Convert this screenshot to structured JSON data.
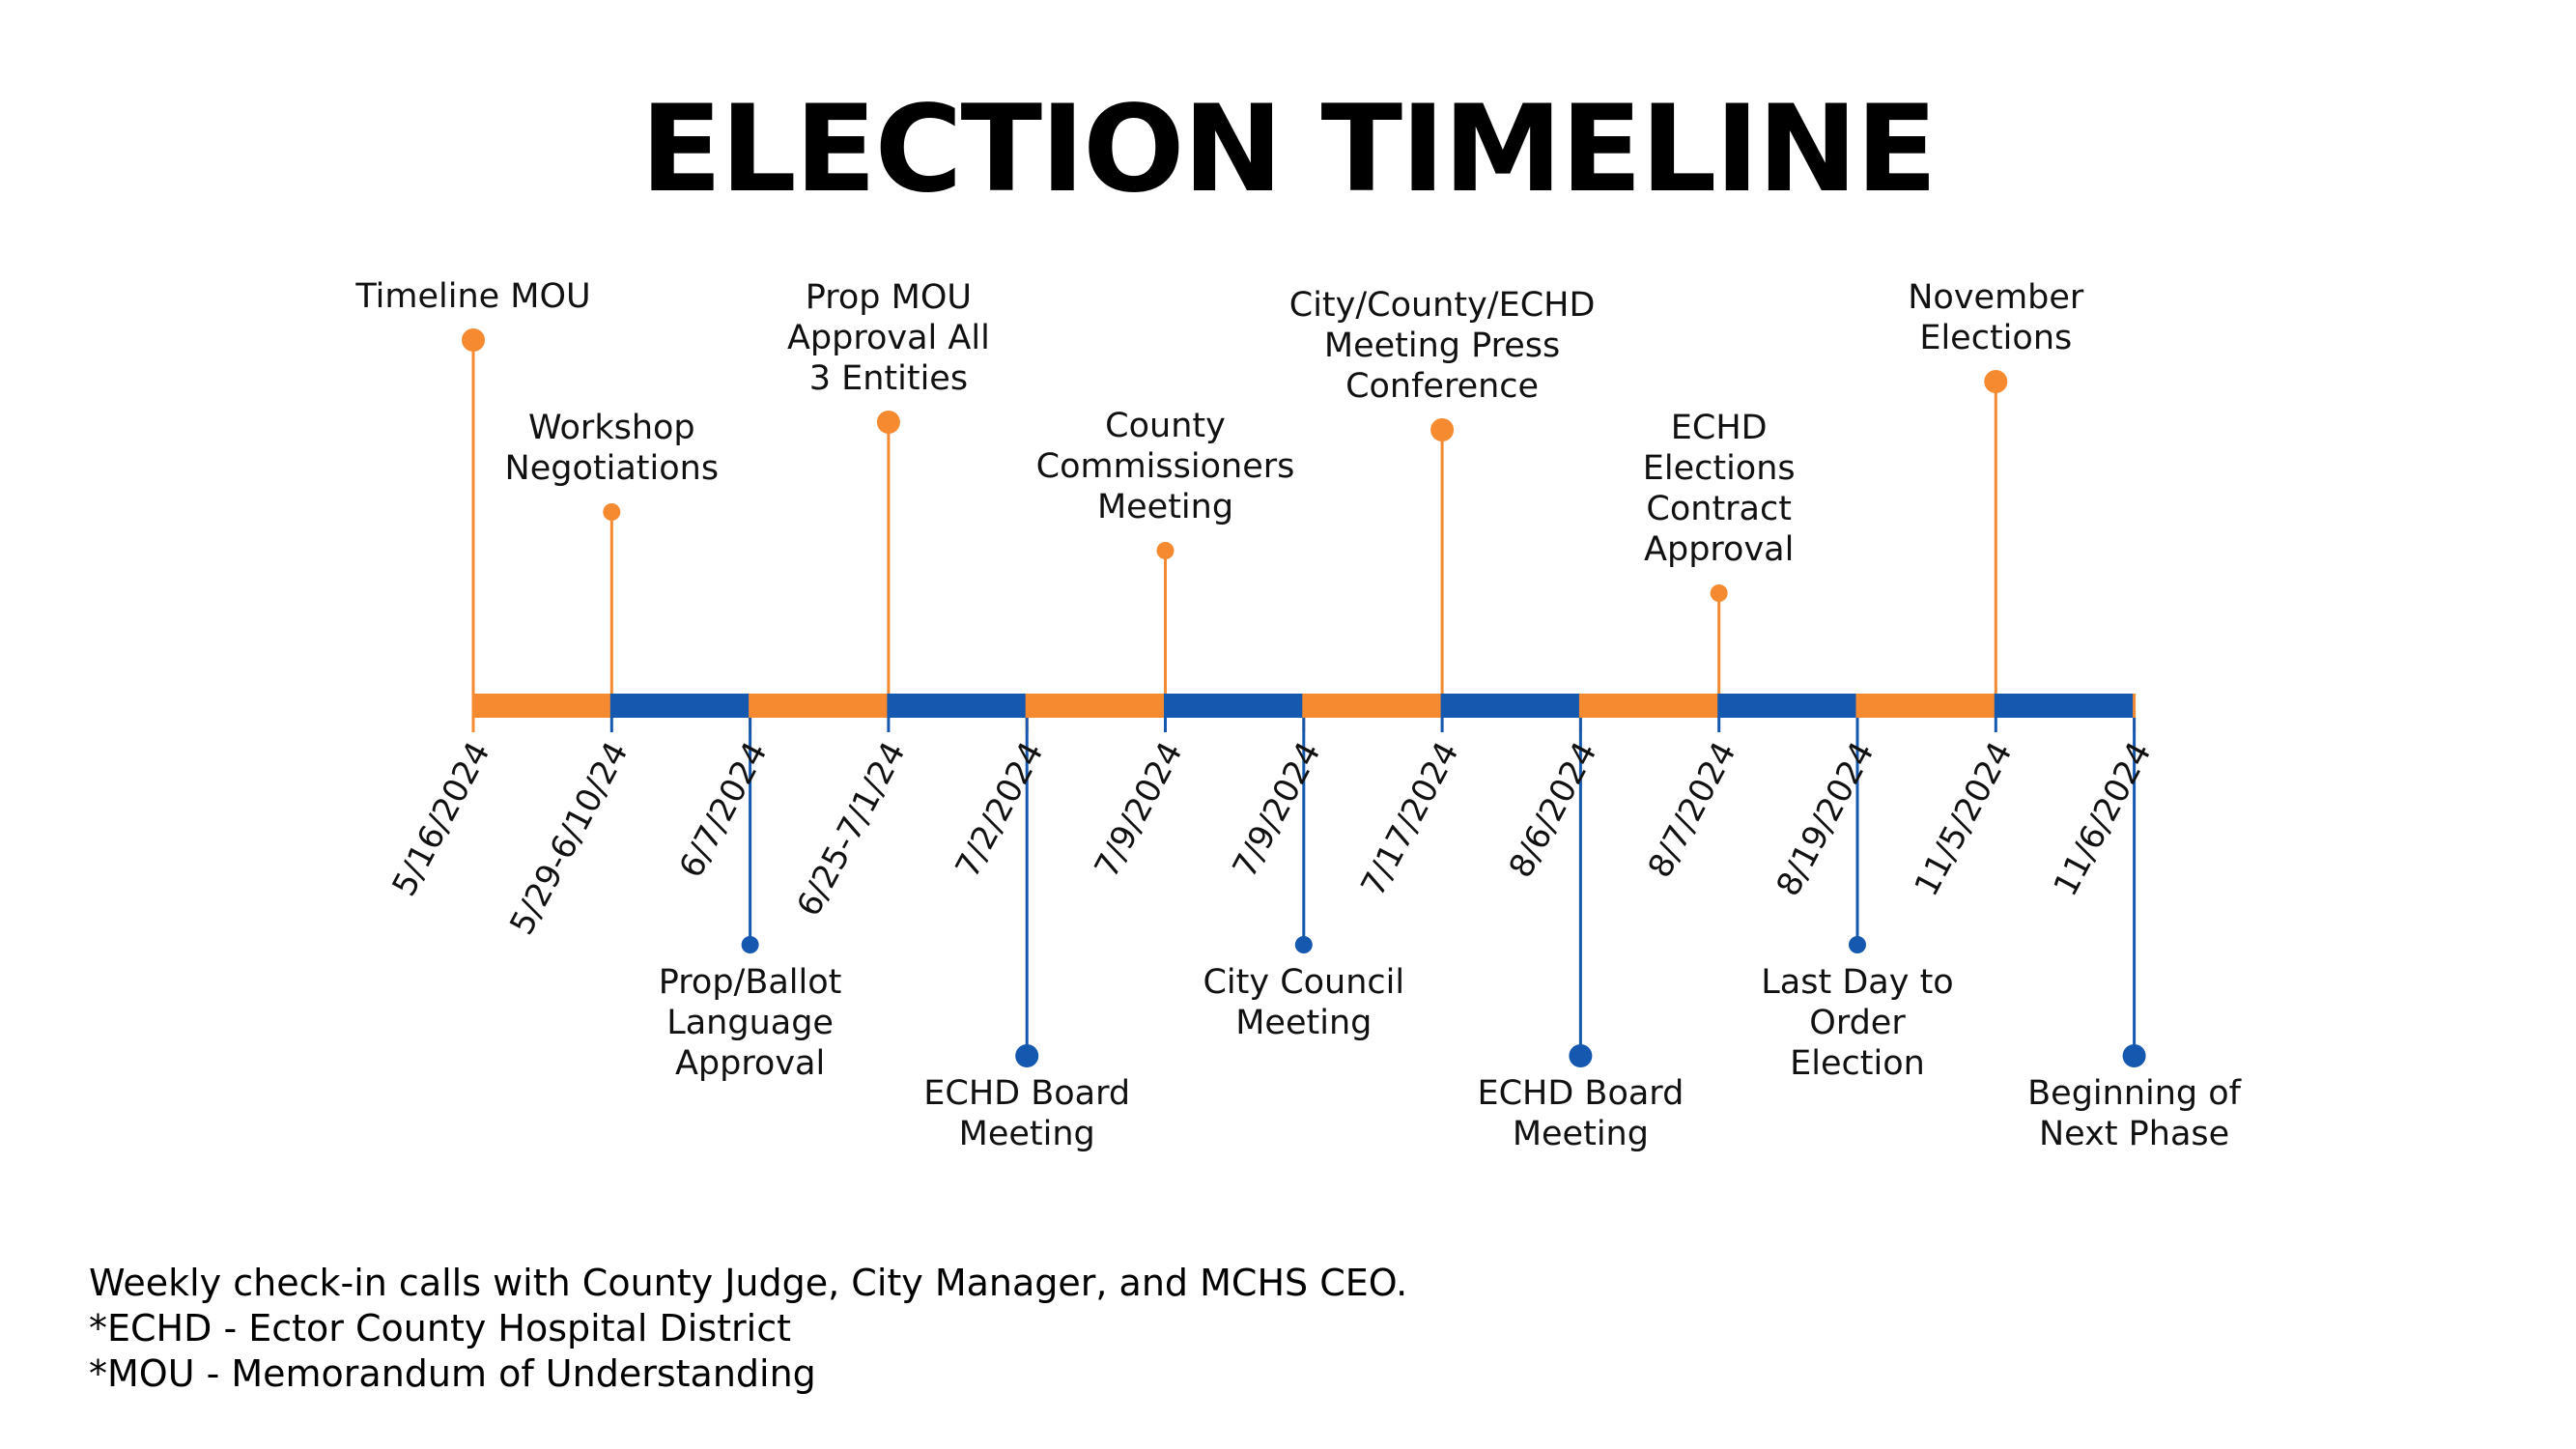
{
  "title": "ELECTION TIMELINE",
  "colors": {
    "orange": "#F58A31",
    "blue": "#1558B0",
    "text": "#111111"
  },
  "dates": [
    "5/16/2024",
    "5/29-6/10/24",
    "6/7/2024",
    "6/25-7/1/24",
    "7/2/2024",
    "7/9/2024",
    "7/9/2024",
    "7/17/2024",
    "8/6/2024",
    "8/7/2024",
    "8/19/2024",
    "11/5/2024",
    "11/6/2024"
  ],
  "events": [
    {
      "label": "Timeline MOU",
      "side": "above",
      "color": "orange",
      "tick": 0,
      "emphasis": "major"
    },
    {
      "label": "Workshop\nNegotiations",
      "side": "above",
      "color": "orange",
      "tick": 1,
      "emphasis": "minor"
    },
    {
      "label": "Prop/Ballot\nLanguage\nApproval",
      "side": "below",
      "color": "blue",
      "tick": 2,
      "emphasis": "minor"
    },
    {
      "label": "Prop MOU\nApproval All\n3 Entities",
      "side": "above",
      "color": "orange",
      "tick": 3,
      "emphasis": "major"
    },
    {
      "label": "ECHD Board\nMeeting",
      "side": "below",
      "color": "blue",
      "tick": 4,
      "emphasis": "major"
    },
    {
      "label": "County\nCommissioners\nMeeting",
      "side": "above",
      "color": "orange",
      "tick": 5,
      "emphasis": "minor"
    },
    {
      "label": "City Council\nMeeting",
      "side": "below",
      "color": "blue",
      "tick": 6,
      "emphasis": "minor"
    },
    {
      "label": "City/County/ECHD\nMeeting Press\nConference",
      "side": "above",
      "color": "orange",
      "tick": 7,
      "emphasis": "major"
    },
    {
      "label": "ECHD Board\nMeeting",
      "side": "below",
      "color": "blue",
      "tick": 8,
      "emphasis": "major"
    },
    {
      "label": "ECHD\nElections\nContract\nApproval",
      "side": "above",
      "color": "orange",
      "tick": 9,
      "emphasis": "minor"
    },
    {
      "label": "Last Day to\nOrder\nElection",
      "side": "below",
      "color": "blue",
      "tick": 10,
      "emphasis": "minor"
    },
    {
      "label": "November\nElections",
      "side": "above",
      "color": "orange",
      "tick": 11,
      "emphasis": "major"
    },
    {
      "label": "Beginning of\nNext Phase",
      "side": "below",
      "color": "blue",
      "tick": 12,
      "emphasis": "major"
    }
  ],
  "footnotes": [
    "Weekly check-in calls with County Judge, City Manager, and MCHS CEO.",
    "*ECHD - Ector County Hospital District",
    "*MOU - Memorandum of Understanding"
  ]
}
